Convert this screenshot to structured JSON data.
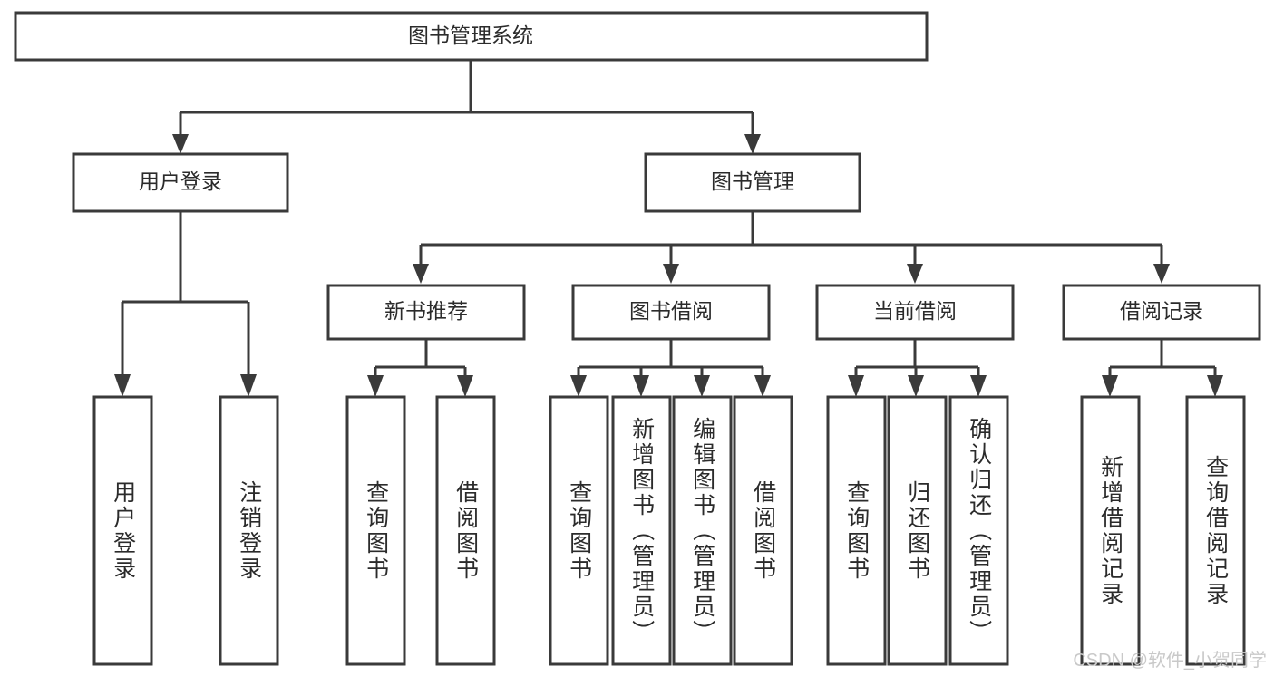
{
  "diagram": {
    "type": "tree-flowchart",
    "title": "图书管理系统",
    "watermark": "CSDN @软件_小贺同学",
    "colors": {
      "background": "#ffffff",
      "box_fill": "#ffffff",
      "box_stroke": "#3a3a3a",
      "connector": "#3a3a3a",
      "text": "#2b2b2b",
      "watermark": "#c9c9c9"
    },
    "root": {
      "id": "root",
      "label": "图书管理系统"
    },
    "level2": [
      {
        "id": "user-login",
        "label": "用户登录"
      },
      {
        "id": "book-manage",
        "label": "图书管理"
      }
    ],
    "level3": [
      {
        "id": "new-book-recommend",
        "label": "新书推荐",
        "parent": "book-manage"
      },
      {
        "id": "book-borrow",
        "label": "图书借阅",
        "parent": "book-manage"
      },
      {
        "id": "current-borrow",
        "label": "当前借阅",
        "parent": "book-manage"
      },
      {
        "id": "borrow-record",
        "label": "借阅记录",
        "parent": "book-manage"
      }
    ],
    "leaves": [
      {
        "id": "leaf-user-login",
        "label": "用户登录",
        "parent": "user-login"
      },
      {
        "id": "leaf-logout-login",
        "label": "注销登录",
        "parent": "user-login"
      },
      {
        "id": "leaf-query-book-1",
        "label": "查询图书",
        "parent": "new-book-recommend"
      },
      {
        "id": "leaf-borrow-book-1",
        "label": "借阅图书",
        "parent": "new-book-recommend"
      },
      {
        "id": "leaf-query-book-2",
        "label": "查询图书",
        "parent": "book-borrow"
      },
      {
        "id": "leaf-add-book",
        "label": "新增图书（管理员）",
        "parent": "book-borrow"
      },
      {
        "id": "leaf-edit-book",
        "label": "编辑图书（管理员）",
        "parent": "book-borrow"
      },
      {
        "id": "leaf-borrow-book-2",
        "label": "借阅图书",
        "parent": "book-borrow"
      },
      {
        "id": "leaf-query-book-3",
        "label": "查询图书",
        "parent": "current-borrow"
      },
      {
        "id": "leaf-return-book",
        "label": "归还图书",
        "parent": "current-borrow"
      },
      {
        "id": "leaf-confirm-return",
        "label": "确认归还（管理员）",
        "parent": "current-borrow"
      },
      {
        "id": "leaf-add-record",
        "label": "新增借阅记录",
        "parent": "borrow-record"
      },
      {
        "id": "leaf-query-record",
        "label": "查询借阅记录",
        "parent": "borrow-record"
      }
    ]
  }
}
